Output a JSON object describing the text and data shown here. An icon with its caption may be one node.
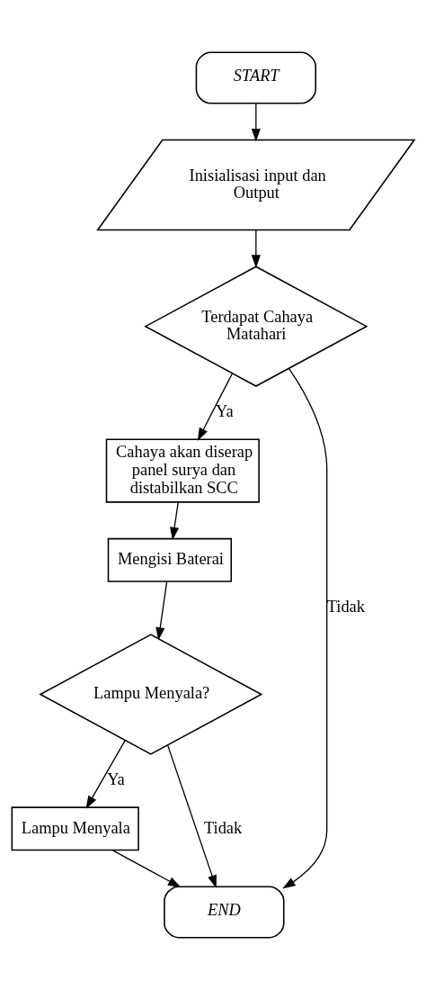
{
  "diagram": {
    "nodes": [
      {
        "text": [
          "START"
        ]
      },
      {
        "text": [
          "Inisialisasi input dan Output"
        ]
      },
      {
        "text": [
          "Terdapat Cahaya Matahari"
        ]
      },
      {
        "text": [
          "Cahaya akan diserap panel surya dan distabilkan SCC"
        ]
      },
      {
        "text": [
          "Mengisi Baterai"
        ]
      },
      {
        "text": [
          "Lampu Menyala?"
        ]
      },
      {
        "text": [
          "Lampu Menyala"
        ]
      },
      {
        "text": [
          "END"
        ]
      }
    ],
    "edges": [
      {
        "from": 0,
        "to": 1,
        "arrow": "to"
      },
      {
        "from": 1,
        "to": 2,
        "arrow": "to"
      },
      {
        "from": 2,
        "to": 3,
        "arrow": "to",
        "label": "Ya"
      },
      {
        "from": 3,
        "to": 4,
        "arrow": "to"
      },
      {
        "from": 4,
        "to": 5,
        "arrow": "to"
      },
      {
        "from": 5,
        "to": 6,
        "arrow": "to",
        "label": "Ya"
      },
      {
        "from": 6,
        "to": 7,
        "arrow": "to"
      },
      {
        "from": 2,
        "to": 7,
        "arrow": "to",
        "label": "Tidak"
      },
      {
        "from": 5,
        "to": 7,
        "arrow": "to",
        "label": "Tidak"
      }
    ]
  }
}
